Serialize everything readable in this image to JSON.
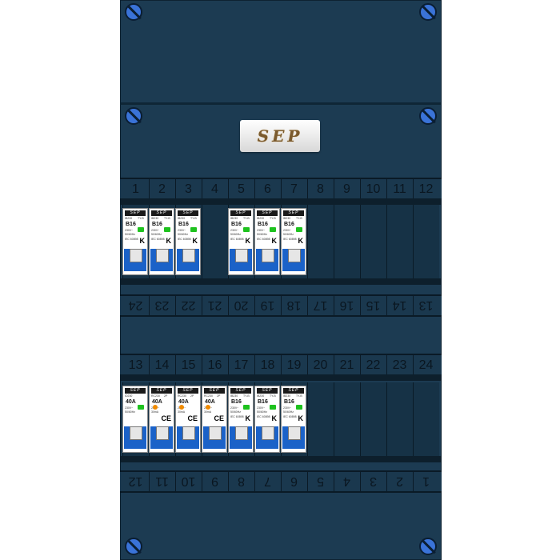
{
  "enclosure": {
    "brand_logo_text": "SEP",
    "panel_color": "#1c3b52",
    "screw_color": "#3a73d8"
  },
  "rows": [
    {
      "top_numbers": [
        "1",
        "2",
        "3",
        "4",
        "5",
        "6",
        "7",
        "8",
        "9",
        "10",
        "11",
        "12"
      ],
      "bottom_numbers_flipped": [
        "24",
        "23",
        "22",
        "21",
        "20",
        "19",
        "18",
        "17",
        "16",
        "15",
        "14",
        "13"
      ],
      "breakers": [
        {
          "slot": 1,
          "header": "SEP",
          "line1": "IB230",
          "line2": "TY-B",
          "rating": "B16",
          "spec1": "230V~",
          "spec2": "50/60Hz",
          "spec3": "IEC 60898",
          "kmark": "K",
          "led": "green"
        },
        {
          "slot": 2,
          "header": "SEP",
          "line1": "IB230",
          "line2": "TY-B",
          "rating": "B16",
          "spec1": "230V~",
          "spec2": "50/60Hz",
          "spec3": "IEC 60898",
          "kmark": "K",
          "led": "green"
        },
        {
          "slot": 3,
          "header": "SEP",
          "line1": "IB230",
          "line2": "TY-B",
          "rating": "B16",
          "spec1": "230V~",
          "spec2": "50/60Hz",
          "spec3": "IEC 60898",
          "kmark": "K",
          "led": "green"
        },
        {
          "slot": 5,
          "header": "SEP",
          "line1": "IB230",
          "line2": "TY-B",
          "rating": "B16",
          "spec1": "230V~",
          "spec2": "50/60Hz",
          "spec3": "IEC 60898",
          "kmark": "K",
          "led": "green"
        },
        {
          "slot": 6,
          "header": "SEP",
          "line1": "IB230",
          "line2": "TY-B",
          "rating": "B16",
          "spec1": "230V~",
          "spec2": "50/60Hz",
          "spec3": "IEC 60898",
          "kmark": "K",
          "led": "green"
        },
        {
          "slot": 7,
          "header": "SEP",
          "line1": "IB230",
          "line2": "TY-B",
          "rating": "B16",
          "spec1": "230V~",
          "spec2": "50/60Hz",
          "spec3": "IEC 60898",
          "kmark": "K",
          "led": "green"
        }
      ]
    },
    {
      "top_numbers": [
        "13",
        "14",
        "15",
        "16",
        "17",
        "18",
        "19",
        "20",
        "21",
        "22",
        "23",
        "24"
      ],
      "bottom_numbers_flipped": [
        "12",
        "11",
        "10",
        "9",
        "8",
        "7",
        "6",
        "5",
        "4",
        "3",
        "2",
        "1"
      ],
      "breakers": [
        {
          "slot": 1,
          "header": "SEP",
          "line1": "ID230",
          "line2": "",
          "rating": "40A",
          "spec1": "230V~",
          "spec2": "50/60Hz",
          "spec3": "",
          "kmark": "",
          "led": "green"
        },
        {
          "slot": 2,
          "header": "SEP",
          "line1": "RC230",
          "line2": "2P",
          "rating": "40A",
          "spec1": "230V~",
          "spec2": "30mA",
          "spec3": "",
          "kmark": "CE",
          "led": "orange"
        },
        {
          "slot": 3,
          "header": "SEP",
          "line1": "RC230",
          "line2": "2P",
          "rating": "40A",
          "spec1": "230V~",
          "spec2": "30mA",
          "spec3": "",
          "kmark": "CE",
          "led": "orange"
        },
        {
          "slot": 4,
          "header": "SEP",
          "line1": "RC230",
          "line2": "2P",
          "rating": "40A",
          "spec1": "230V~",
          "spec2": "30mA",
          "spec3": "",
          "kmark": "CE",
          "led": "orange"
        },
        {
          "slot": 5,
          "header": "SEP",
          "line1": "IB230",
          "line2": "TY-B",
          "rating": "B16",
          "spec1": "230V~",
          "spec2": "50/60Hz",
          "spec3": "IEC 60898",
          "kmark": "K",
          "led": "green"
        },
        {
          "slot": 6,
          "header": "SEP",
          "line1": "IB230",
          "line2": "TY-B",
          "rating": "B16",
          "spec1": "230V~",
          "spec2": "50/60Hz",
          "spec3": "IEC 60898",
          "kmark": "K",
          "led": "green"
        },
        {
          "slot": 7,
          "header": "SEP",
          "line1": "IB230",
          "line2": "TY-B",
          "rating": "B16",
          "spec1": "230V~",
          "spec2": "50/60Hz",
          "spec3": "IEC 60898",
          "kmark": "K",
          "led": "green"
        }
      ]
    }
  ]
}
